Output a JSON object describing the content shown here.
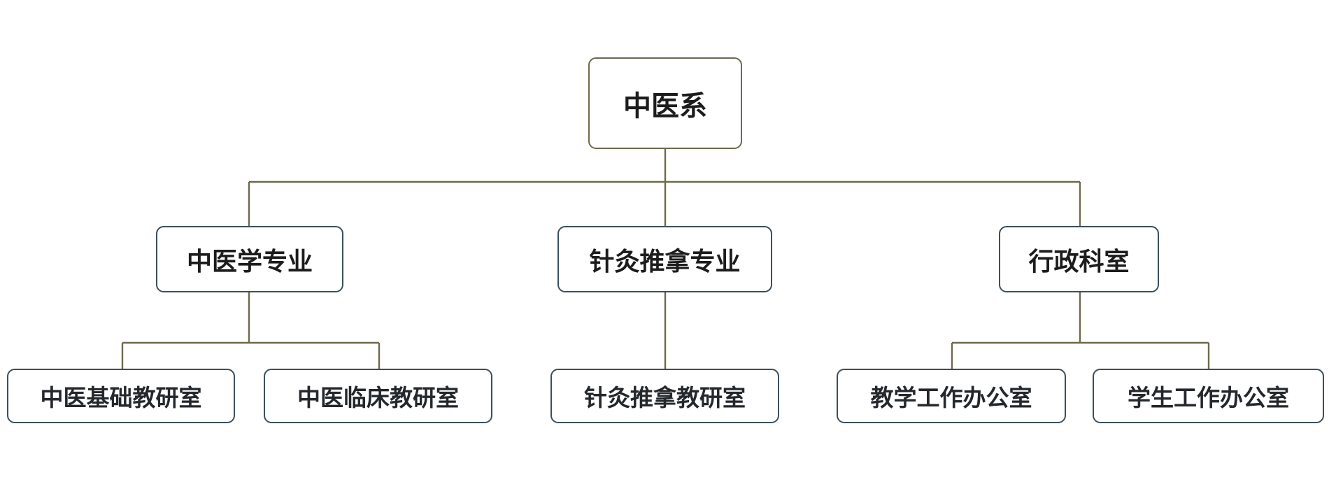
{
  "root": {
    "label": "中医系"
  },
  "level2": [
    {
      "label": "中医学专业"
    },
    {
      "label": "针灸推拿专业"
    },
    {
      "label": "行政科室"
    }
  ],
  "level3": [
    {
      "label": "中医基础教研室"
    },
    {
      "label": "中医临床教研室"
    },
    {
      "label": "针灸推拿教研室"
    },
    {
      "label": "教学工作办公室"
    },
    {
      "label": "学生工作办公室"
    }
  ],
  "colors": {
    "connector": "#6e6a4c",
    "root_border": "#6e6a4c",
    "node_border": "#3b4f5c",
    "background": "#ffffff"
  }
}
